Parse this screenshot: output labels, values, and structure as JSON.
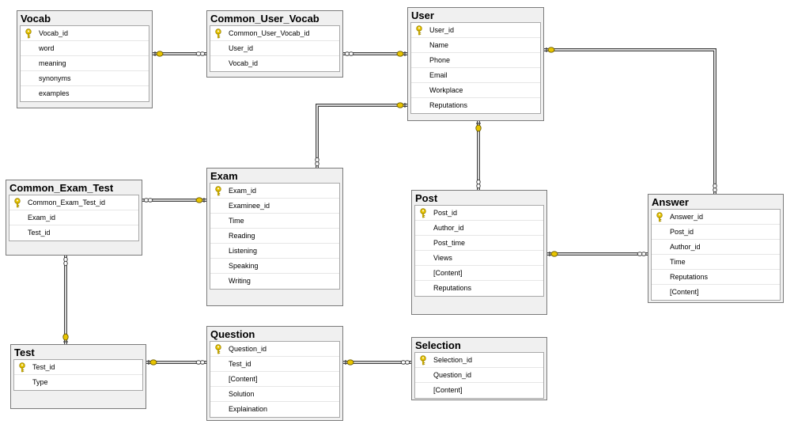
{
  "tables": [
    {
      "name": "Vocab",
      "columns": [
        "Vocab_id",
        "word",
        "meaning",
        "synonyms",
        "examples"
      ],
      "primary_key": "Vocab_id"
    },
    {
      "name": "Common_User_Vocab",
      "columns": [
        "Common_User_Vocab_id",
        "User_id",
        "Vocab_id"
      ],
      "primary_key": "Common_User_Vocab_id"
    },
    {
      "name": "User",
      "columns": [
        "User_id",
        "Name",
        "Phone",
        "Email",
        "Workplace",
        "Reputations"
      ],
      "primary_key": "User_id"
    },
    {
      "name": "Common_Exam_Test",
      "columns": [
        "Common_Exam_Test_id",
        "Exam_id",
        "Test_id"
      ],
      "primary_key": "Common_Exam_Test_id"
    },
    {
      "name": "Exam",
      "columns": [
        "Exam_id",
        "Examinee_id",
        "Time",
        "Reading",
        "Listening",
        "Speaking",
        "Writing"
      ],
      "primary_key": "Exam_id"
    },
    {
      "name": "Post",
      "columns": [
        "Post_id",
        "Author_id",
        "Post_time",
        "Views",
        "[Content]",
        "Reputations"
      ],
      "primary_key": "Post_id"
    },
    {
      "name": "Answer",
      "columns": [
        "Answer_id",
        "Post_id",
        "Author_id",
        "Time",
        "Reputations",
        "[Content]"
      ],
      "primary_key": "Answer_id"
    },
    {
      "name": "Test",
      "columns": [
        "Test_id",
        "Type"
      ],
      "primary_key": "Test_id"
    },
    {
      "name": "Question",
      "columns": [
        "Question_id",
        "Test_id",
        "[Content]",
        "Solution",
        "Explaination"
      ],
      "primary_key": "Question_id"
    },
    {
      "name": "Selection",
      "columns": [
        "Selection_id",
        "Question_id",
        "[Content]"
      ],
      "primary_key": "Selection_id"
    }
  ],
  "relationships": [
    {
      "one": "Vocab",
      "many": "Common_User_Vocab"
    },
    {
      "one": "User",
      "many": "Common_User_Vocab"
    },
    {
      "one": "User",
      "many": "Exam"
    },
    {
      "one": "User",
      "many": "Post"
    },
    {
      "one": "User",
      "many": "Answer"
    },
    {
      "one": "Exam",
      "many": "Common_Exam_Test"
    },
    {
      "one": "Test",
      "many": "Common_Exam_Test"
    },
    {
      "one": "Post",
      "many": "Answer"
    },
    {
      "one": "Test",
      "many": "Question"
    },
    {
      "one": "Question",
      "many": "Selection"
    }
  ],
  "colors": {
    "line": "#404040",
    "key_icon": "#e8c400",
    "key_outline": "#9a8200",
    "link_end_one": "#e8c400",
    "link_end_many": "#ffffff"
  },
  "icons": {
    "primary_key": "key-icon"
  }
}
